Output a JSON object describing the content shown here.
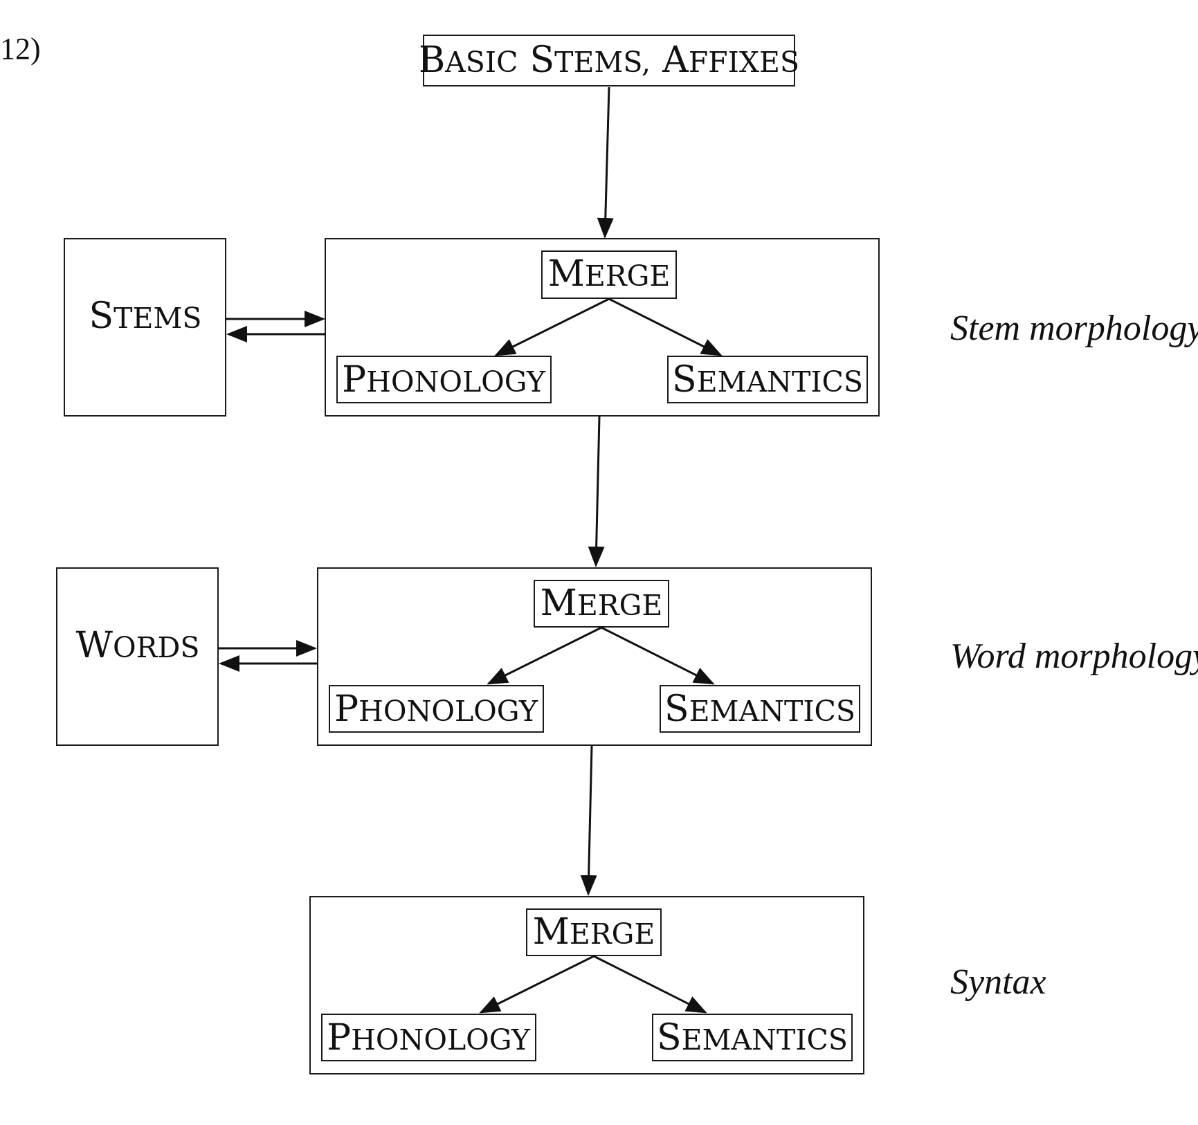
{
  "example_number": "12)",
  "top_box": {
    "words": [
      {
        "first": "B",
        "rest": "ASIC"
      },
      {
        "first": "S",
        "rest": "TEMS,"
      },
      {
        "first": "A",
        "rest": "FFIXES"
      }
    ]
  },
  "side_boxes": {
    "stems": {
      "first": "S",
      "rest": "TEMS"
    },
    "words": {
      "first": "W",
      "rest": "ORDS"
    }
  },
  "module": {
    "merge": {
      "first": "M",
      "rest": "ERGE"
    },
    "phonology": {
      "first": "P",
      "rest": "HONOLOGY"
    },
    "semantics": {
      "first": "S",
      "rest": "EMANTICS"
    }
  },
  "level_labels": {
    "stem": "Stem morphology",
    "word": "Word morphology",
    "syntax": "Syntax"
  },
  "colors": {
    "line": "#111111",
    "text": "#111111",
    "background": "#ffffff"
  }
}
